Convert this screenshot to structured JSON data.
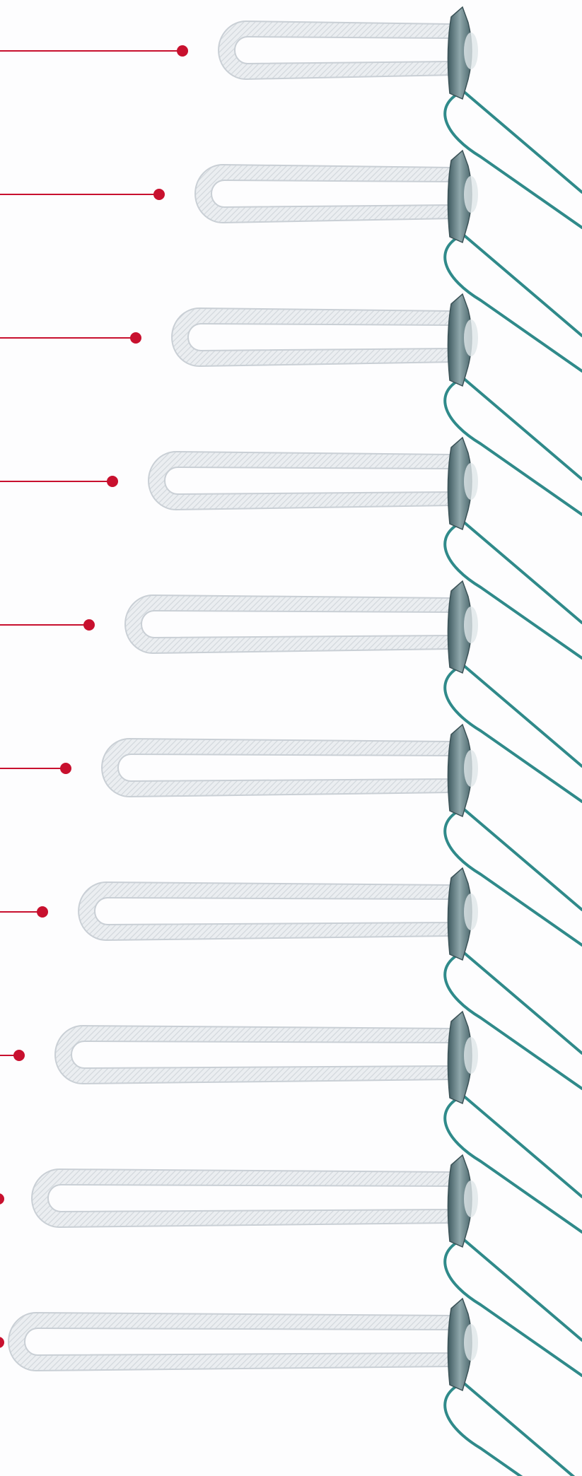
{
  "items": [
    {
      "id": "loop-1"
    },
    {
      "id": "loop-2"
    },
    {
      "id": "loop-3"
    },
    {
      "id": "loop-4"
    },
    {
      "id": "loop-5"
    },
    {
      "id": "loop-6"
    },
    {
      "id": "loop-7"
    },
    {
      "id": "loop-8"
    },
    {
      "id": "loop-9"
    },
    {
      "id": "loop-10"
    }
  ],
  "colors": {
    "background": "#fdfdfe",
    "leader_line": "#c8102e",
    "rope_fill": "#e9ecef",
    "rope_outline": "#c9cfd5",
    "toggle": "#5f7a80",
    "cord": "#2f8a8a"
  }
}
